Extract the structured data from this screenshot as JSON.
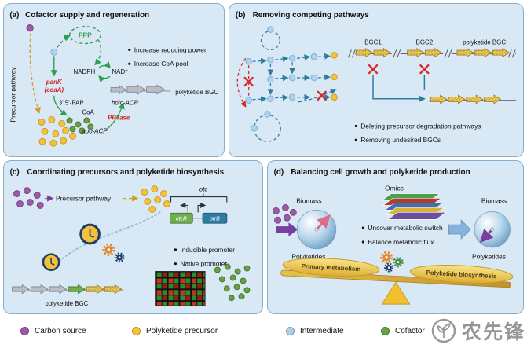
{
  "figure": {
    "background": "#ffffff",
    "panel_fill": "#d9e8f5",
    "panel_border": "#86aed0"
  },
  "panel_a": {
    "tag": "(a)",
    "title": "Cofactor supply and regeneration",
    "precursor_pathway": "Precursor pathway",
    "ppp": "PPP",
    "nadph": "NADPH",
    "nad": "NAD⁺",
    "pank": "panK",
    "coaa": "(coaA)",
    "pap": "3',5'-PAP",
    "coa": "CoA",
    "pptase": "PPTase",
    "holo_acp": "holo-ACP",
    "apo_acp": "apo-ACP",
    "bgc": "polyketide BGC",
    "bullets": [
      "Increase reducing power",
      "Increase CoA pool"
    ]
  },
  "panel_b": {
    "tag": "(b)",
    "title": "Removing competing pathways",
    "bgc1": "BGC1",
    "bgc2": "BGC2",
    "bgc": "polyketide BGC",
    "bullets": [
      "Deleting precursor degradation pathways",
      "Removing undesired BGCs"
    ]
  },
  "panel_c": {
    "tag": "(c)",
    "title": "Coordinating precursors and polyketide biosynthesis",
    "precursor_pathway": "Precursor pathway",
    "cluster": "otc",
    "gene_green": "otcR",
    "gene_blue": "otrB",
    "bullets": [
      "Inducible promoter",
      "Native promoter"
    ],
    "bgc": "polyketide BGC"
  },
  "panel_d": {
    "tag": "(d)",
    "title": "Balancing cell growth and polyketide production",
    "omics": "Omics",
    "biomass_left": "Biomass",
    "polyketides_left": "Polyketides",
    "biomass_right": "Biomass",
    "polyketides_right": "Polyketides",
    "bullets": [
      "Uncover metabolic switch",
      "Balance metabolic flux"
    ],
    "seesaw_left": "Primary metabolism",
    "seesaw_right": "Polyketide biosynthesis"
  },
  "legend": {
    "items": [
      {
        "label": "Carbon source",
        "color": "#9c5ba6"
      },
      {
        "label": "Polyketide precursor",
        "color": "#f3c33c"
      },
      {
        "label": "Intermediate",
        "color": "#abd0e9"
      },
      {
        "label": "Cofactor",
        "color": "#67a046"
      }
    ]
  },
  "watermark": {
    "text": "农先锋"
  }
}
